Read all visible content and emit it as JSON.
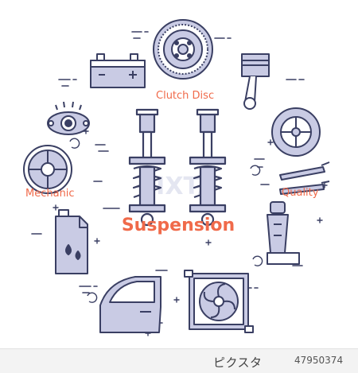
{
  "labels": {
    "clutch_disc": "Clutch Disc",
    "mechanic": "Mechanic",
    "quality": "Quality",
    "suspension": "Suspension"
  },
  "watermark": "PIXTA",
  "footer": {
    "brand": "ピクスタ",
    "image_number": "47950374"
  },
  "colors": {
    "line": "#3a3f63",
    "fill": "#c9cbe4",
    "accent": "#f06a4a",
    "background": "#ffffff"
  },
  "icons": [
    "car-battery-icon",
    "clutch-disc-icon",
    "piston-icon",
    "engine-sensor-icon",
    "tire-icon",
    "wheel-rim-icon",
    "wiper-blades-icon",
    "oil-canister-icon",
    "car-seat-icon",
    "car-door-icon",
    "radiator-fan-icon",
    "shock-absorber-icon"
  ]
}
